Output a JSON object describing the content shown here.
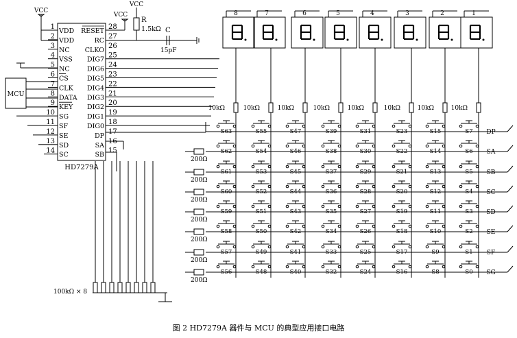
{
  "chip": {
    "name": "HD7279A",
    "left_pins": [
      {
        "num": "1",
        "label": "VDD"
      },
      {
        "num": "2",
        "label": "VDD"
      },
      {
        "num": "3",
        "label": "NC"
      },
      {
        "num": "4",
        "label": "VSS"
      },
      {
        "num": "5",
        "label": "NC"
      },
      {
        "num": "6",
        "label": "CS"
      },
      {
        "num": "7",
        "label": "CLK"
      },
      {
        "num": "8",
        "label": "DATA"
      },
      {
        "num": "9",
        "label": "KEY"
      },
      {
        "num": "10",
        "label": "SG"
      },
      {
        "num": "11",
        "label": "SF"
      },
      {
        "num": "12",
        "label": "SE"
      },
      {
        "num": "13",
        "label": "SD"
      },
      {
        "num": "14",
        "label": "SC"
      }
    ],
    "right_pins": [
      {
        "num": "28",
        "label": "RESET"
      },
      {
        "num": "27",
        "label": "RC"
      },
      {
        "num": "26",
        "label": "CLKO"
      },
      {
        "num": "25",
        "label": "DIG7"
      },
      {
        "num": "24",
        "label": "DIG6"
      },
      {
        "num": "23",
        "label": "DIG5"
      },
      {
        "num": "22",
        "label": "DIG4"
      },
      {
        "num": "21",
        "label": "DIG3"
      },
      {
        "num": "20",
        "label": "DIG2"
      },
      {
        "num": "19",
        "label": "DIG1"
      },
      {
        "num": "18",
        "label": "DIG0"
      },
      {
        "num": "17",
        "label": "DP"
      },
      {
        "num": "16",
        "label": "SA"
      },
      {
        "num": "15",
        "label": "SB"
      }
    ]
  },
  "mcu_label": "MCU",
  "vcc": "VCC",
  "r_label": "R",
  "r_value": "1.5kΩ",
  "c_label": "C",
  "c_value": "15pF",
  "digit_numbers": [
    "8",
    "7",
    "6",
    "5",
    "4",
    "3",
    "2",
    "1"
  ],
  "col_resistor": "10kΩ",
  "row_resistor": "200Ω",
  "bottom_resistors": "100kΩ × 8",
  "segment_labels": [
    "DP",
    "SA",
    "SB",
    "SC",
    "SD",
    "SE",
    "SF",
    "SG"
  ],
  "switches": [
    [
      "S63",
      "S55",
      "S47",
      "S39",
      "S31",
      "S23",
      "S15",
      "S7"
    ],
    [
      "S62",
      "S54",
      "S46",
      "S38",
      "S30",
      "S22",
      "S14",
      "S6"
    ],
    [
      "S61",
      "S53",
      "S45",
      "S37",
      "S29",
      "S21",
      "S13",
      "S5"
    ],
    [
      "S60",
      "S52",
      "S44",
      "S36",
      "S28",
      "S20",
      "S12",
      "S4"
    ],
    [
      "S59",
      "S51",
      "S43",
      "S35",
      "S27",
      "S19",
      "S11",
      "S3"
    ],
    [
      "S58",
      "S50",
      "S42",
      "S34",
      "S26",
      "S18",
      "S10",
      "S2"
    ],
    [
      "S57",
      "S49",
      "S41",
      "S33",
      "S25",
      "S17",
      "S9",
      "S1"
    ],
    [
      "S56",
      "S48",
      "S40",
      "S32",
      "S24",
      "S16",
      "S8",
      "S0"
    ]
  ],
  "caption": "图 2  HD7279A 器件与 MCU 的典型应用接口电路"
}
